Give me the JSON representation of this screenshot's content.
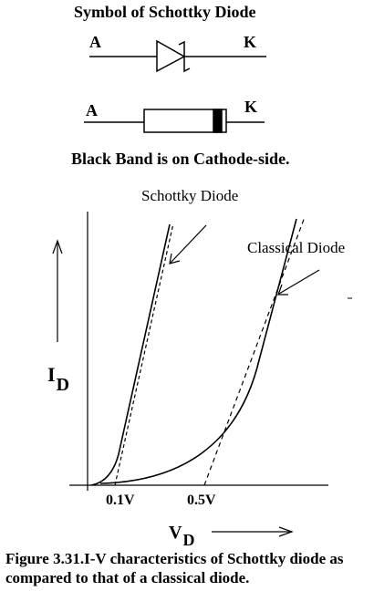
{
  "title": "Symbol of Schottky Diode",
  "symbol": {
    "anode_label": "A",
    "cathode_label": "K"
  },
  "package": {
    "anode_label": "A",
    "cathode_label": "K"
  },
  "note": "Black Band is on Cathode-side.",
  "graph": {
    "y_axis_label": "I",
    "y_axis_subscript": "D",
    "x_axis_label": "V",
    "x_axis_subscript": "D",
    "ticks": [
      "0.1V",
      "0.5V"
    ],
    "schottky_label": "Schottky Diode",
    "classical_label": "Classical Diode"
  },
  "caption": "Figure 3.31.I-V characteristics of Schottky diode as compared to that of a classical diode."
}
